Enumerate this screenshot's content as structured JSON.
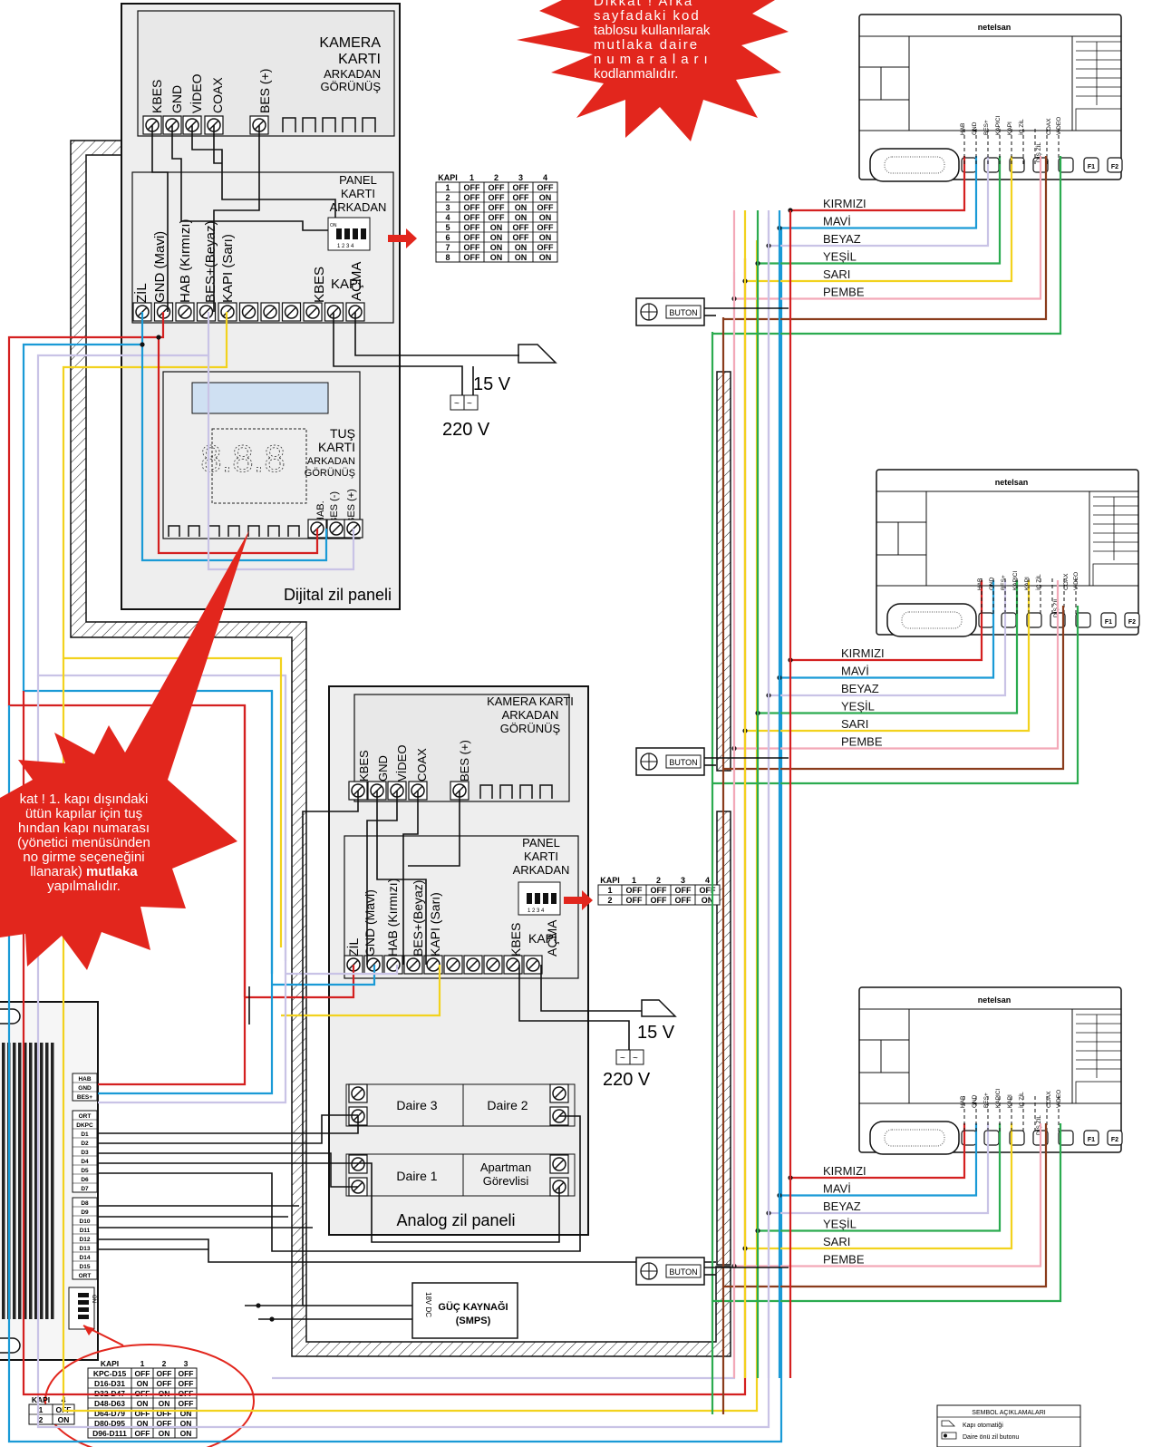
{
  "panel_digital": {
    "camera_title": [
      "KAMERA",
      "KARTI",
      "ARKADAN",
      "GÖRÜNÜŞ"
    ],
    "camera_terms": [
      "KBES",
      "GND",
      "VİDEO",
      "COAX",
      "BES (+)"
    ],
    "panel_card_title": [
      "PANEL",
      "KARTI",
      "ARKADAN"
    ],
    "panel_terms": [
      "ZİL",
      "GND (Mavi)",
      "HAB (Kırmızı)",
      "BES+(Beyaz)",
      "KAPI (Sarı)",
      "KBES",
      "KAPI",
      "AÇMA"
    ],
    "keypad_title": [
      "TUŞ",
      "KARTI",
      "ARKADAN",
      "GÖRÜNÜŞ"
    ],
    "keypad_terms": [
      "HAB.",
      "BES (-)",
      "BES (+)"
    ],
    "name": "Dijital zil paneli"
  },
  "panel_analog": {
    "camera_title": [
      "KAMERA KARTI",
      "ARKADAN",
      "GÖRÜNÜŞ"
    ],
    "camera_terms": [
      "KBES",
      "GND",
      "VİDEO",
      "COAX",
      "BES (+)"
    ],
    "panel_card_title": [
      "PANEL",
      "KARTI",
      "ARKADAN"
    ],
    "panel_terms": [
      "ZİL",
      "GND (Mavi)",
      "HAB (Kırmızı)",
      "BES+(Beyaz)",
      "KAPI (Sarı)",
      "KBES",
      "KAPI",
      "AÇMA"
    ],
    "daire": [
      "Daire 3",
      "Daire 2",
      "Daire 1",
      "Apartman",
      "Görevlisi"
    ],
    "name": "Analog zil paneli"
  },
  "power": {
    "v15": "15 V",
    "v220": "220 V"
  },
  "dip_table_digital": {
    "header": [
      "KAPI",
      "1",
      "2",
      "3",
      "4"
    ],
    "rows": [
      [
        "1",
        "OFF",
        "OFF",
        "OFF",
        "OFF"
      ],
      [
        "2",
        "OFF",
        "OFF",
        "OFF",
        "ON"
      ],
      [
        "3",
        "OFF",
        "OFF",
        "ON",
        "OFF"
      ],
      [
        "4",
        "OFF",
        "OFF",
        "ON",
        "ON"
      ],
      [
        "5",
        "OFF",
        "ON",
        "OFF",
        "OFF"
      ],
      [
        "6",
        "OFF",
        "ON",
        "OFF",
        "ON"
      ],
      [
        "7",
        "OFF",
        "ON",
        "ON",
        "OFF"
      ],
      [
        "8",
        "OFF",
        "ON",
        "ON",
        "ON"
      ]
    ]
  },
  "dip_table_analog": {
    "header": [
      "KAPI",
      "1",
      "2",
      "3",
      "4"
    ],
    "rows": [
      [
        "1",
        "OFF",
        "OFF",
        "OFF",
        "OFF"
      ],
      [
        "2",
        "OFF",
        "OFF",
        "OFF",
        "ON"
      ]
    ]
  },
  "dip_table_distributor": {
    "header": [
      "KAPI",
      "1",
      "2",
      "3"
    ],
    "rows": [
      [
        "KPC-D15",
        "OFF",
        "OFF",
        "OFF"
      ],
      [
        "D16-D31",
        "ON",
        "OFF",
        "OFF"
      ],
      [
        "D32-D47",
        "OFF",
        "ON",
        "OFF"
      ],
      [
        "D48-D63",
        "ON",
        "ON",
        "OFF"
      ],
      [
        "D64-D79",
        "OFF",
        "OFF",
        "ON"
      ],
      [
        "D80-D95",
        "ON",
        "OFF",
        "ON"
      ],
      [
        "D96-D111",
        "OFF",
        "ON",
        "ON"
      ]
    ],
    "small_header": [
      "KAPI",
      "4"
    ],
    "small_rows": [
      [
        "1",
        "OFF"
      ],
      [
        "2",
        "ON"
      ]
    ]
  },
  "distributor_terms": [
    "HAB",
    "GND",
    "BES+",
    "ORT",
    "DKPC",
    "D1",
    "D2",
    "D3",
    "D4",
    "D5",
    "D6",
    "D7",
    "D8",
    "D9",
    "D10",
    "D11",
    "D12",
    "D13",
    "D14",
    "D15",
    "ORT"
  ],
  "switch_labels": {
    "on": "ON",
    "off": "OFF"
  },
  "smps": {
    "label1": "GÜÇ KAYNAĞI",
    "label2": "(SMPS)",
    "side": "18V DC"
  },
  "monitor": {
    "brand": "netelsan",
    "terms": [
      "HAB",
      "GND",
      "BES+",
      "KAPICI",
      "KAPI",
      "İÇ ZİL",
      "DIŞ ZİL",
      "COAX",
      "VİDEO"
    ],
    "f1": "F1",
    "f2": "F2"
  },
  "wire_labels": [
    "KIRMIZI",
    "MAVİ",
    "BEYAZ",
    "YEŞİL",
    "SARI",
    "PEMBE"
  ],
  "buton_label": "BUTON",
  "warning_top": [
    "Dikkat ! Arka",
    "sayfadaki kod",
    "tablosu kullanılarak",
    "mutlaka daire",
    "numaraları",
    "kodlanmalıdır."
  ],
  "warning_left": {
    "line1": "kat ! 1. kapı dışındaki",
    "line2": "ütün kapılar için tuş",
    "line3": "hından kapı numarası",
    "line4": "(yönetici menüsünden",
    "line5": "no girme seçeneğini",
    "line6a": "llanarak) ",
    "line6b": "mutlaka",
    "line7": "yapılmalıdır."
  },
  "legend": {
    "title": "SEMBOL AÇIKLAMALARI",
    "items": [
      "Kapı otomatiği",
      "Daire önü zil butonu"
    ]
  },
  "colors": {
    "red": "#d42020",
    "blue": "#1a9ad6",
    "white": "#c9c3e6",
    "green": "#2bab4f",
    "yellow": "#f2d21e",
    "pink": "#f3a9b8",
    "brown": "#8a3c1c",
    "burst": "#e2261d"
  }
}
